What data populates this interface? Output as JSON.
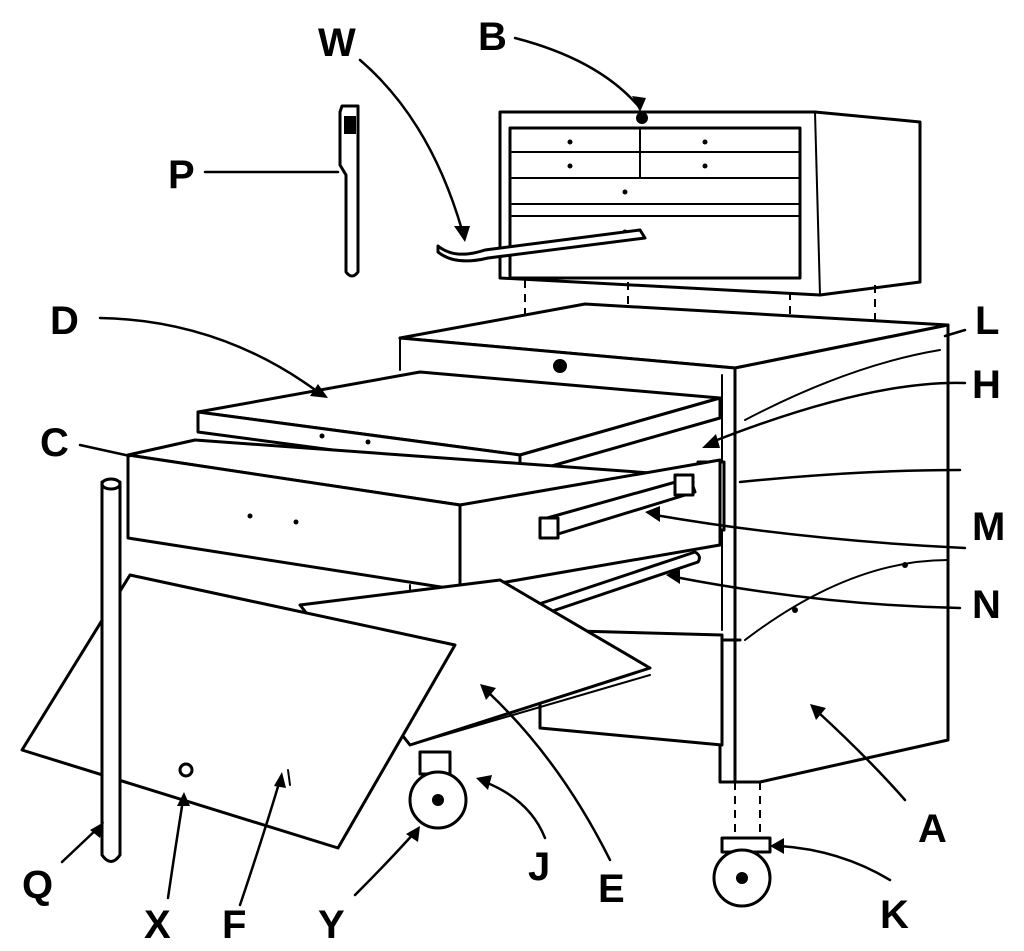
{
  "labels": {
    "A": "A",
    "B": "B",
    "C": "C",
    "D": "D",
    "E": "E",
    "F": "F",
    "H": "H",
    "J": "J",
    "K": "K",
    "L": "L",
    "M": "M",
    "N": "N",
    "P": "P",
    "Q": "Q",
    "W": "W",
    "X": "X",
    "Y": "Y"
  },
  "colors": {
    "ink": "#000000",
    "paper": "#ffffff"
  }
}
